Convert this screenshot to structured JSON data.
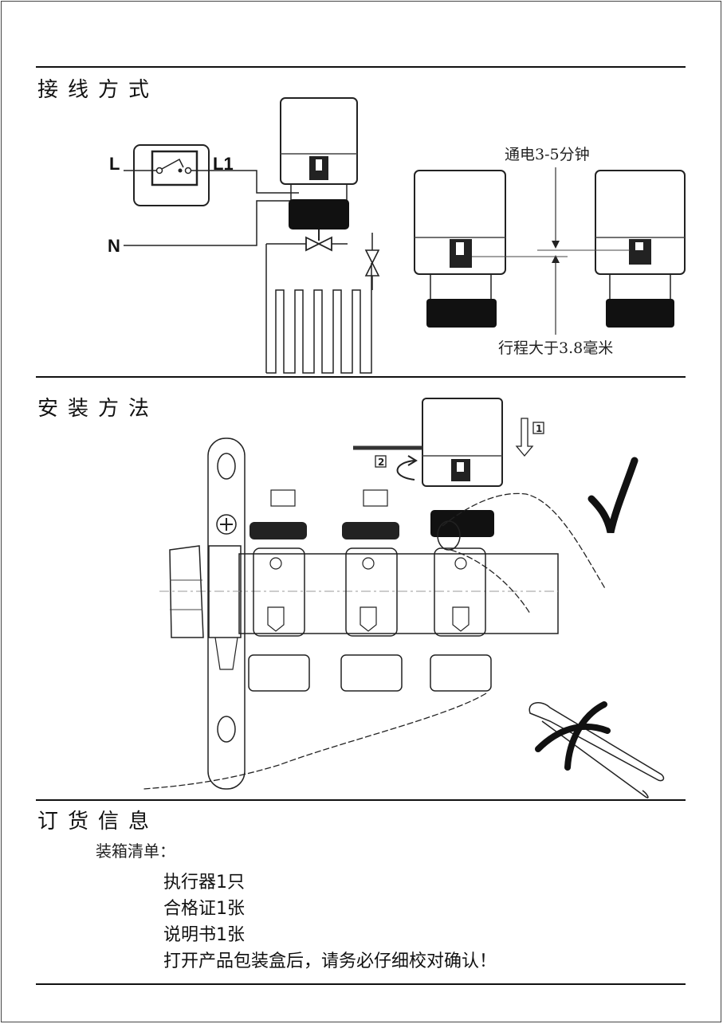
{
  "sections": {
    "wiring": {
      "title": "接线方式",
      "labels": {
        "live": "L",
        "switched_live": "L1",
        "neutral": "N"
      },
      "power_on_note": "通电3-5分钟",
      "stroke_note": "行程大于3.8毫米"
    },
    "installation": {
      "title": "安装方法",
      "step_1": "1",
      "step_2": "2",
      "correct_mark": "✓",
      "wrong_mark": "✗"
    },
    "ordering": {
      "title": "订货信息",
      "packing_list_label": "装箱清单：",
      "items": [
        "执行器1只",
        "合格证1张",
        "说明书1张",
        "打开产品包装盒后，请务必仔细校对确认！"
      ]
    }
  }
}
